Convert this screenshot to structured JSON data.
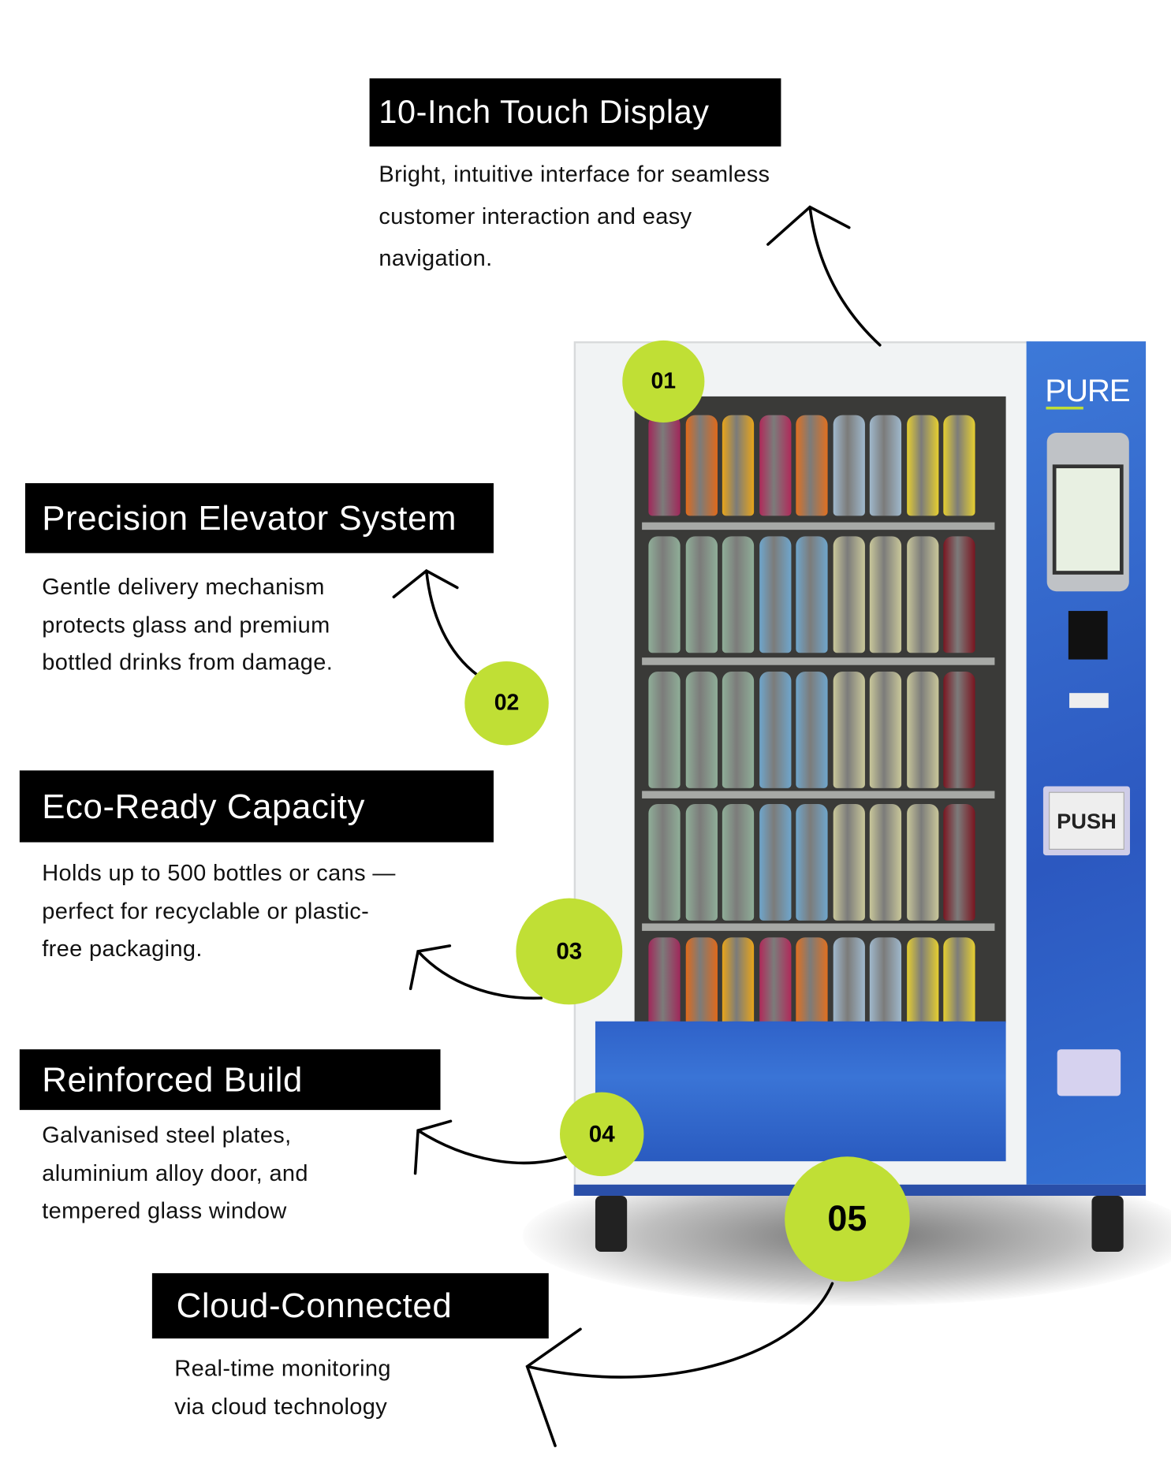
{
  "features": [
    {
      "number": "01",
      "title": "10-Inch Touch Display",
      "lines": [
        "Bright, intuitive interface for seamless",
        "customer interaction and easy",
        "navigation."
      ]
    },
    {
      "number": "02",
      "title": "Precision Elevator System",
      "lines": [
        "Gentle delivery mechanism",
        "protects glass and premium",
        "bottled drinks from damage."
      ]
    },
    {
      "number": "03",
      "title": "Eco-Ready Capacity",
      "lines": [
        "Holds up to 500 bottles or cans —",
        "perfect for recyclable or plastic-",
        "free packaging."
      ]
    },
    {
      "number": "04",
      "title": "Reinforced Build",
      "lines": [
        "Galvanised steel plates,",
        "aluminium alloy door, and",
        "tempered glass window"
      ]
    },
    {
      "number": "05",
      "title": "Cloud-Connected",
      "lines": [
        "Real-time monitoring",
        "via cloud technology"
      ]
    }
  ],
  "machine": {
    "brand": "PURE",
    "push_label": "PUSH"
  },
  "colors": {
    "accent": "#c0df35",
    "heading_bg": "#000000",
    "panel_blue": "#3468d0"
  }
}
